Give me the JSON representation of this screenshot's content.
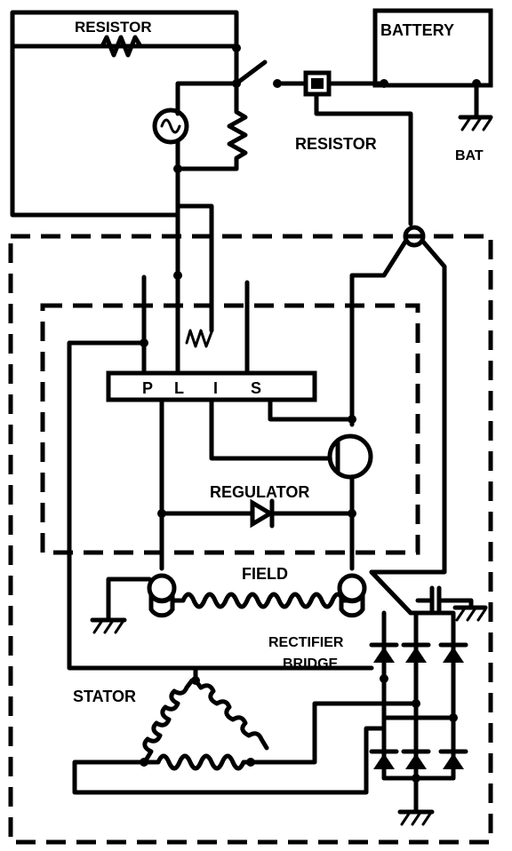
{
  "labels": {
    "resistor_top": "RESISTOR",
    "battery": "BATTERY",
    "resistor_right": "RESISTOR",
    "bat_ground": "BAT",
    "terminal_p": "P",
    "terminal_l": "L",
    "terminal_i": "I",
    "terminal_s": "S",
    "regulator": "REGULATOR",
    "field": "FIELD",
    "rectifier_line1": "RECTIFIER",
    "rectifier_line2": "BRIDGE",
    "stator": "STATOR"
  }
}
